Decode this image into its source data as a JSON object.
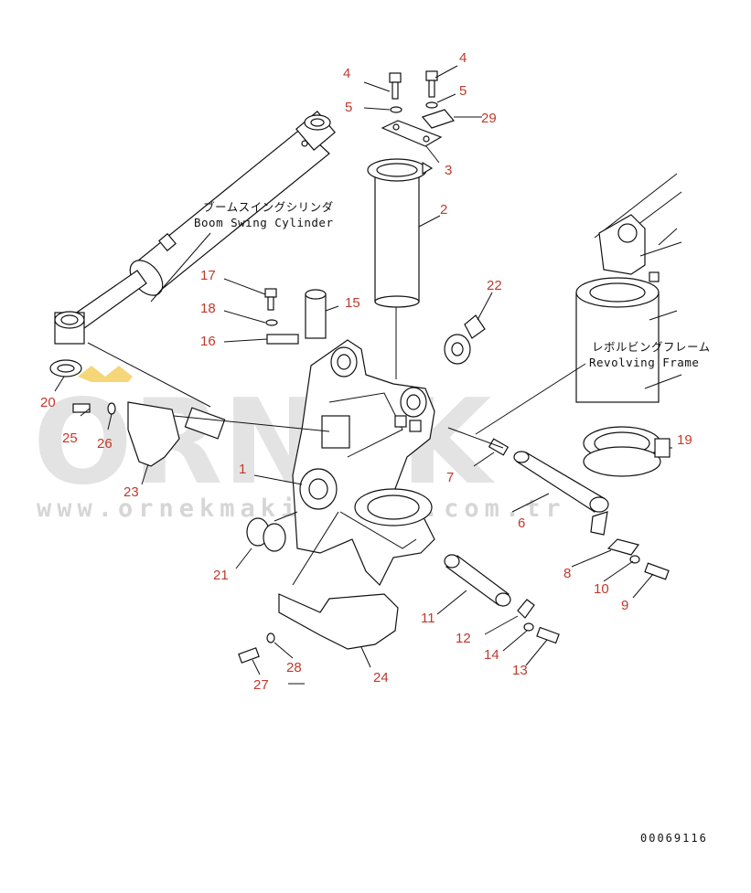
{
  "diagram": {
    "callouts": {
      "boom_swing_cylinder_jp": "ブームスイングシリンダ",
      "boom_swing_cylinder_en": "Boom Swing Cylinder",
      "revolving_frame_jp": "レボルビングフレーム",
      "revolving_frame_en": "Revolving Frame"
    },
    "part_numbers": {
      "p1": "1",
      "p2": "2",
      "p3": "3",
      "p4a": "4",
      "p4b": "4",
      "p5a": "5",
      "p5b": "5",
      "p6": "6",
      "p7": "7",
      "p8": "8",
      "p9": "9",
      "p10": "10",
      "p11": "11",
      "p12": "12",
      "p13": "13",
      "p14": "14",
      "p15": "15",
      "p16": "16",
      "p17": "17",
      "p18": "18",
      "p19": "19",
      "p20": "20",
      "p21": "21",
      "p22": "22",
      "p23": "23",
      "p24": "24",
      "p25": "25",
      "p26": "26",
      "p27": "27",
      "p28": "28",
      "p29": "29"
    },
    "drawing_number": "00069116"
  },
  "watermark": {
    "brand": "ORNEK",
    "url": "www.ornekmakinalari.com.tr"
  },
  "colors": {
    "label_red": "#c0392b",
    "line": "#111111",
    "watermark_gray": "#d9d9d9",
    "watermark_yellow": "#f2c94c"
  }
}
